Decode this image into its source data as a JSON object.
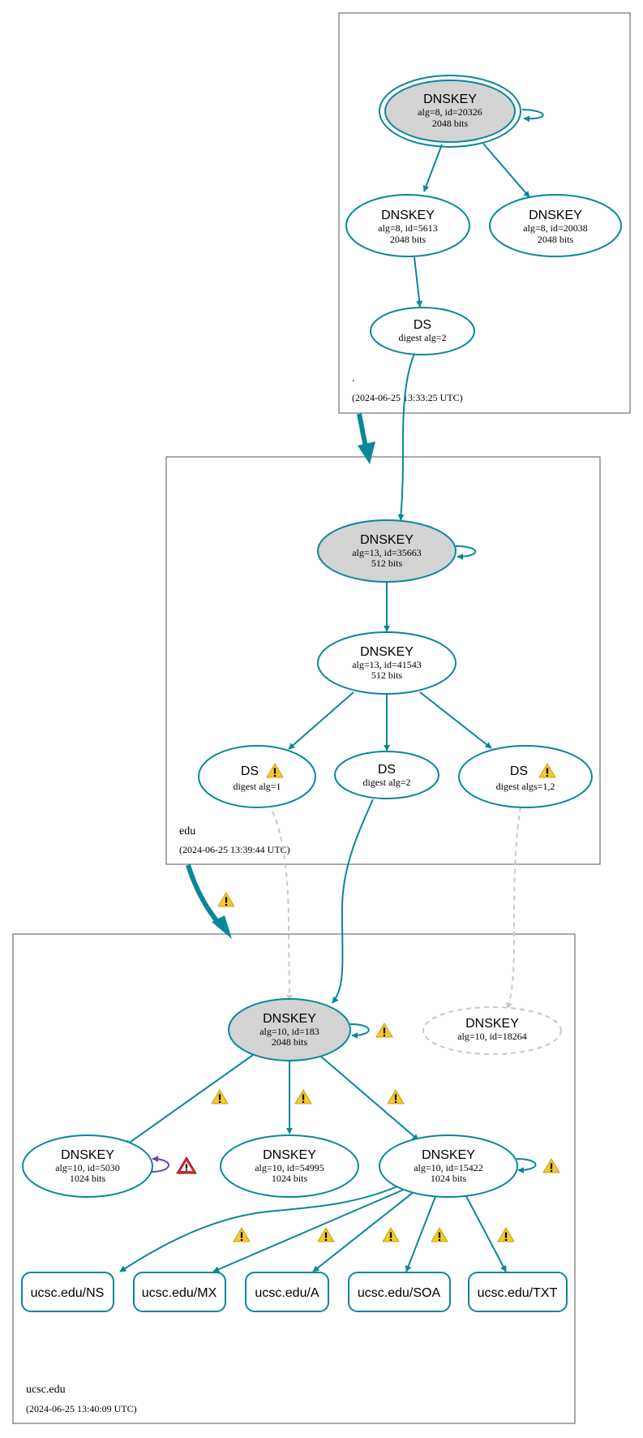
{
  "colors": {
    "edge": "#0a879a",
    "nodeStroke": "#0a879a",
    "keyFill": "#d3d3d3",
    "dashed": "#c8c8c8",
    "selfBad": "#6a3fb0",
    "warn": "#f3c92c",
    "error": "#cf2a2a"
  },
  "zones": {
    "root": {
      "name": ".",
      "timestamp": "(2024-06-25 13:33:25 UTC)"
    },
    "edu": {
      "name": "edu",
      "timestamp": "(2024-06-25 13:39:44 UTC)"
    },
    "ucsc": {
      "name": "ucsc.edu",
      "timestamp": "(2024-06-25 13:40:09 UTC)"
    }
  },
  "nodes": {
    "root_ksk": {
      "title": "DNSKEY",
      "line1": "alg=8, id=20326",
      "line2": "2048 bits"
    },
    "root_zsk1": {
      "title": "DNSKEY",
      "line1": "alg=8, id=5613",
      "line2": "2048 bits"
    },
    "root_zsk2": {
      "title": "DNSKEY",
      "line1": "alg=8, id=20038",
      "line2": "2048 bits"
    },
    "root_ds": {
      "title": "DS",
      "line1": "digest alg=2"
    },
    "edu_ksk": {
      "title": "DNSKEY",
      "line1": "alg=13, id=35663",
      "line2": "512 bits"
    },
    "edu_zsk": {
      "title": "DNSKEY",
      "line1": "alg=13, id=41543",
      "line2": "512 bits"
    },
    "edu_ds1": {
      "title": "DS",
      "line1": "digest alg=1"
    },
    "edu_ds2": {
      "title": "DS",
      "line1": "digest alg=2"
    },
    "edu_ds3": {
      "title": "DS",
      "line1": "digest algs=1,2"
    },
    "ucsc_ksk": {
      "title": "DNSKEY",
      "line1": "alg=10, id=183",
      "line2": "2048 bits"
    },
    "ucsc_missing": {
      "title": "DNSKEY",
      "line1": "alg=10, id=18264"
    },
    "ucsc_k5030": {
      "title": "DNSKEY",
      "line1": "alg=10, id=5030",
      "line2": "1024 bits"
    },
    "ucsc_k54995": {
      "title": "DNSKEY",
      "line1": "alg=10, id=54995",
      "line2": "1024 bits"
    },
    "ucsc_k15422": {
      "title": "DNSKEY",
      "line1": "alg=10, id=15422",
      "line2": "1024 bits"
    }
  },
  "rrsets": {
    "ns": "ucsc.edu/NS",
    "mx": "ucsc.edu/MX",
    "a": "ucsc.edu/A",
    "soa": "ucsc.edu/SOA",
    "txt": "ucsc.edu/TXT"
  }
}
